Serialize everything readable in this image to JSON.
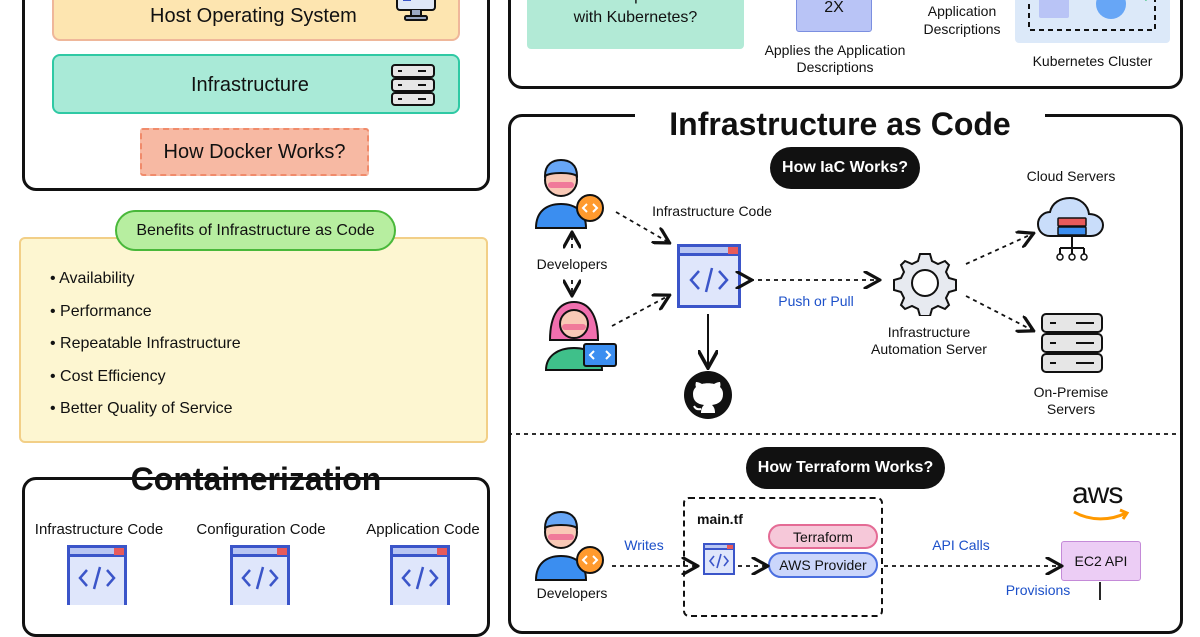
{
  "docker": {
    "host_os": "Host Operating System",
    "infrastructure": "Infrastructure",
    "how_docker": "How Docker Works?"
  },
  "benefits": {
    "title": "Benefits of Infrastructure as Code",
    "items": [
      "Availability",
      "Performance",
      "Repeatable Infrastructure",
      "Cost Efficiency",
      "Better Quality of Service"
    ]
  },
  "containerization": {
    "title": "Containerization",
    "items": [
      "Infrastructure Code",
      "Configuration Code",
      "Application Code"
    ]
  },
  "k8s": {
    "how_developers": "How Developers Interact with Kubernetes?",
    "multiplier": "2X",
    "applies": "Applies the Application Descriptions",
    "descriptions": "Application Descriptions",
    "cluster": "Kubernetes Cluster"
  },
  "iac": {
    "title": "Infrastructure as Code Tools",
    "how_iac": "How IaC Works?",
    "developers": "Developers",
    "infra_code": "Infrastructure Code",
    "push_pull": "Push or Pull",
    "automation_server": "Infrastructure Automation Server",
    "cloud_servers": "Cloud Servers",
    "onprem_servers": "On-Premise Servers"
  },
  "terraform": {
    "how_terraform": "How Terraform Works?",
    "developers": "Developers",
    "writes": "Writes",
    "main_tf": "main.tf",
    "terraform": "Terraform",
    "aws_provider": "AWS Provider",
    "api_calls": "API Calls",
    "aws": "aws",
    "ec2_api": "EC2 API",
    "provisions": "Provisions"
  },
  "colors": {
    "ink": "#111111",
    "host_bg": "#fde5b0",
    "infra_bg": "#a9ead7",
    "docker_pill": "#f7b9a3",
    "benefits_bg": "#fdf6d1",
    "benefits_pill": "#b7eea0",
    "code_blue": "#3b55c9",
    "k8s_pill": "#b2ead6",
    "terraform_bg": "#f6c8d9",
    "aws_provider_bg": "#cbd6fb",
    "ec2_bg": "#eccdf5",
    "link_blue": "#1c50c9",
    "aws_orange": "#ff9900"
  }
}
